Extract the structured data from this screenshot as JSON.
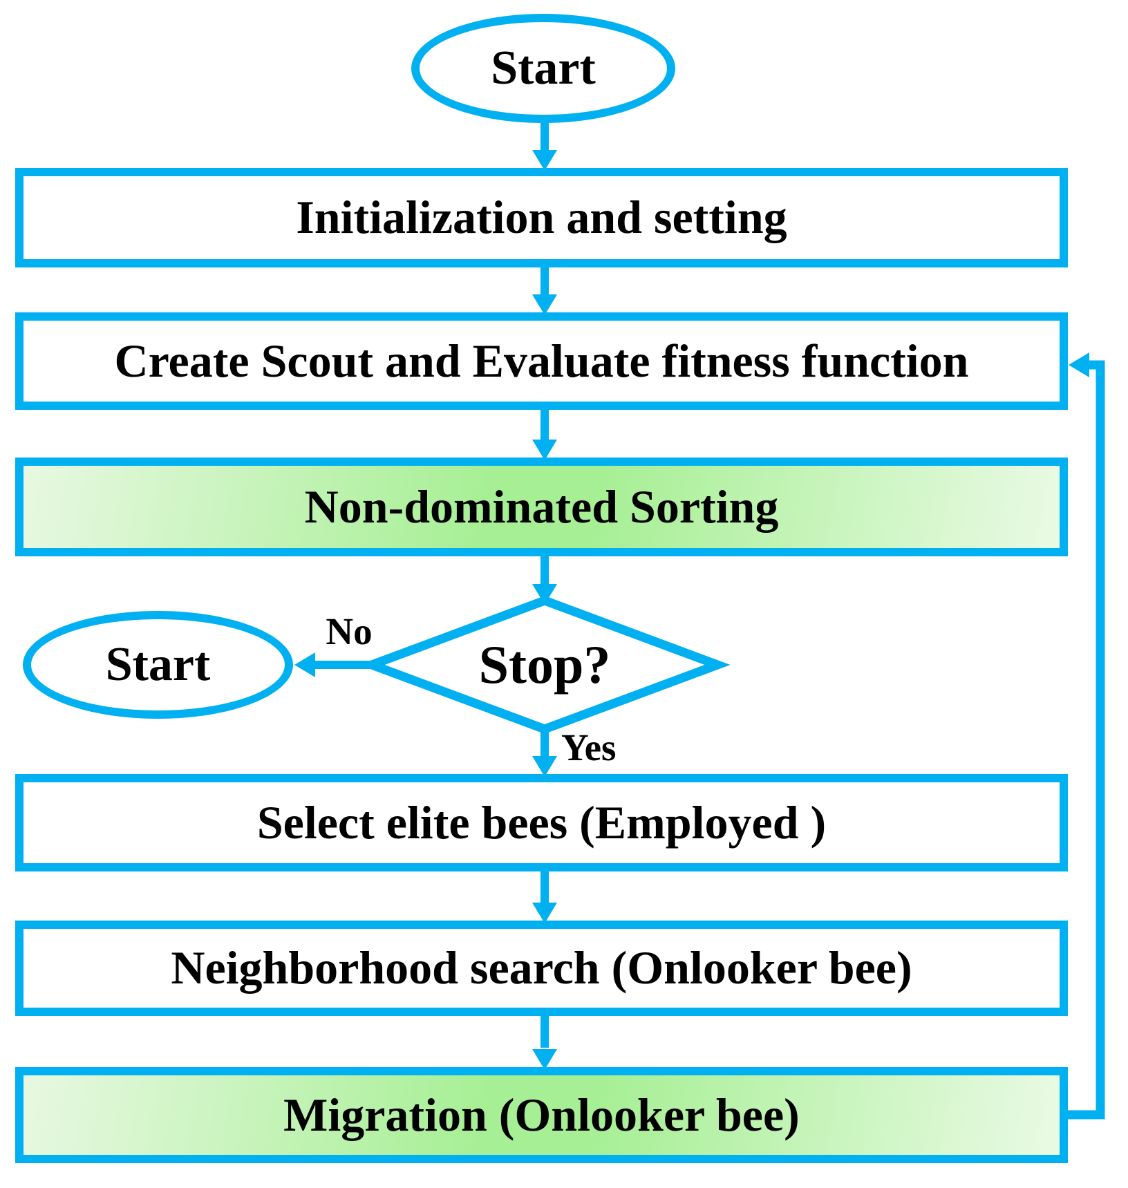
{
  "flowchart": {
    "colors": {
      "line": "#00b0f0",
      "text": "#000000",
      "box_fill": "#ffffff",
      "green_gradient_edge": "#e8f8e2",
      "green_gradient_mid": "#a6ef94",
      "green_gradient_end": "#eafae5"
    },
    "nodes": {
      "start_top": {
        "shape": "ellipse",
        "label": "Start"
      },
      "initialization": {
        "shape": "rectangle",
        "label": "Initialization and setting"
      },
      "create_scout": {
        "shape": "rectangle",
        "label": "Create Scout and Evaluate fitness function"
      },
      "non_dominated_sorting": {
        "shape": "rectangle-green",
        "label": "Non-dominated Sorting"
      },
      "stop": {
        "shape": "diamond",
        "label": "Stop?"
      },
      "start_no": {
        "shape": "ellipse",
        "label": "Start"
      },
      "select_elite": {
        "shape": "rectangle",
        "label": "Select elite bees (Employed )"
      },
      "neighborhood_search": {
        "shape": "rectangle",
        "label": "Neighborhood search (Onlooker bee)"
      },
      "migration": {
        "shape": "rectangle-green",
        "label": "Migration (Onlooker bee)"
      }
    },
    "edge_labels": {
      "no": "No",
      "yes": "Yes"
    }
  }
}
